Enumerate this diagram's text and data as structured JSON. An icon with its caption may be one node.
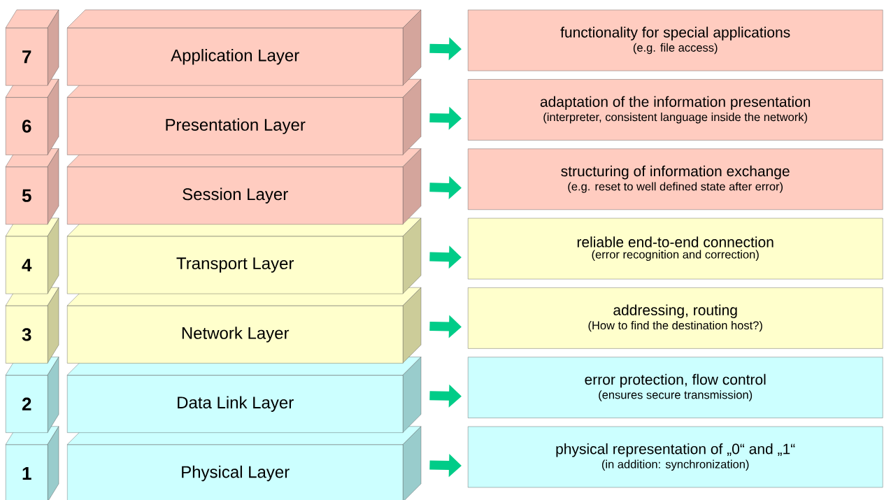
{
  "diagram": {
    "nodes": [
      {
        "text": [
          "7"
        ]
      },
      {
        "text": [
          "Application Layer"
        ]
      },
      {
        "text": [
          "functionality for special applications",
          "(e.g. file access)"
        ]
      },
      {
        "text": [
          "6"
        ]
      },
      {
        "text": [
          "Presentation Layer"
        ]
      },
      {
        "text": [
          "adaptation of the information presentation",
          "(interpreter, consistent language inside the network)"
        ]
      },
      {
        "text": [
          "5"
        ]
      },
      {
        "text": [
          "Session Layer"
        ]
      },
      {
        "text": [
          "structuring of information exchange",
          "(e.g. reset to well defined state after error)"
        ]
      },
      {
        "text": [
          "4"
        ]
      },
      {
        "text": [
          "Transport Layer"
        ]
      },
      {
        "text": [
          "reliable end-to-end connection",
          "(error recognition and correction)"
        ]
      },
      {
        "text": [
          "3"
        ]
      },
      {
        "text": [
          "Network Layer"
        ]
      },
      {
        "text": [
          "addressing, routing",
          "(How to find the destination host?)"
        ]
      },
      {
        "text": [
          "2"
        ]
      },
      {
        "text": [
          "Data Link Layer"
        ]
      },
      {
        "text": [
          "error protection, flow control",
          "(ensures secure transmission)"
        ]
      },
      {
        "text": [
          "1"
        ]
      },
      {
        "text": [
          "Physical Layer"
        ]
      },
      {
        "text": [
          "physical representation of „0“ and „1“",
          "(in addition: synchronization)"
        ]
      }
    ],
    "edges": [
      {
        "from": 1,
        "to": 2,
        "arrow": "to"
      },
      {
        "from": 4,
        "to": 5,
        "arrow": "to"
      },
      {
        "from": 7,
        "to": 8,
        "arrow": "to"
      },
      {
        "from": 10,
        "to": 11,
        "arrow": "to"
      },
      {
        "from": 13,
        "to": 14,
        "arrow": "to"
      },
      {
        "from": 16,
        "to": 17,
        "arrow": "to"
      },
      {
        "from": 19,
        "to": 20,
        "arrow": "to"
      }
    ]
  }
}
